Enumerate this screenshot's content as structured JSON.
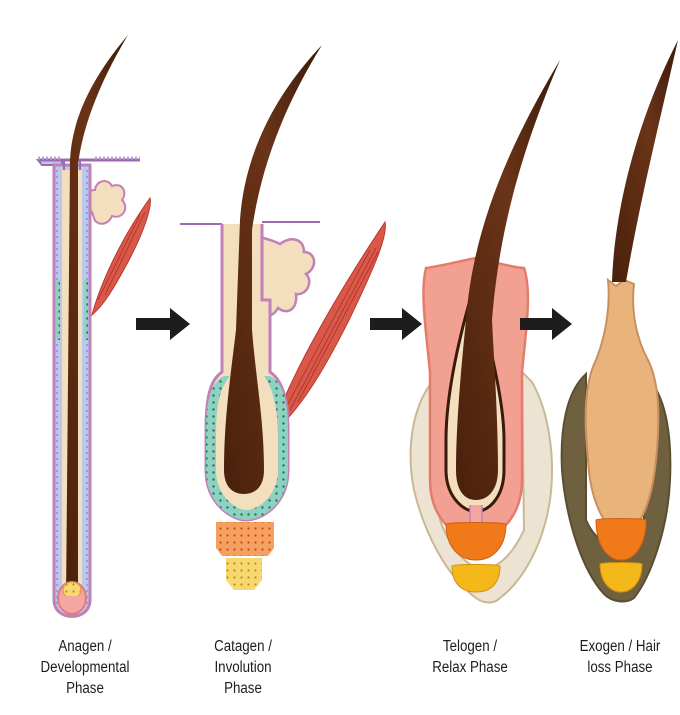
{
  "phases": [
    {
      "id": "anagen",
      "line1": "Anagen /",
      "line2": "Developmental",
      "line3": "Phase"
    },
    {
      "id": "catagen",
      "line1": "Catagen /",
      "line2": "Involution",
      "line3": "Phase"
    },
    {
      "id": "telogen",
      "line1": "Telogen /",
      "line2": "Relax Phase"
    },
    {
      "id": "exogen",
      "line1": "Exogen / Hair",
      "line2": "loss Phase"
    }
  ],
  "arrow_count": 3,
  "colors": {
    "hair": "#5a2a12",
    "hair_light": "#8a4a22",
    "membrane": "#9b6bb0",
    "sheath": "#b9c8ec",
    "sebaceous": "#f3dfbe",
    "muscle": "#d9584a",
    "follicle_pink": "#e47c6c",
    "follicle_beige": "#ede3d2",
    "papilla_orange": "#f07a1a",
    "papilla_yellow": "#f4b81a",
    "dots": "#2a8a6a",
    "exogen_body": "#e8b47c",
    "exogen_shell": "#6f6140",
    "arrow": "#1d1d1b"
  }
}
